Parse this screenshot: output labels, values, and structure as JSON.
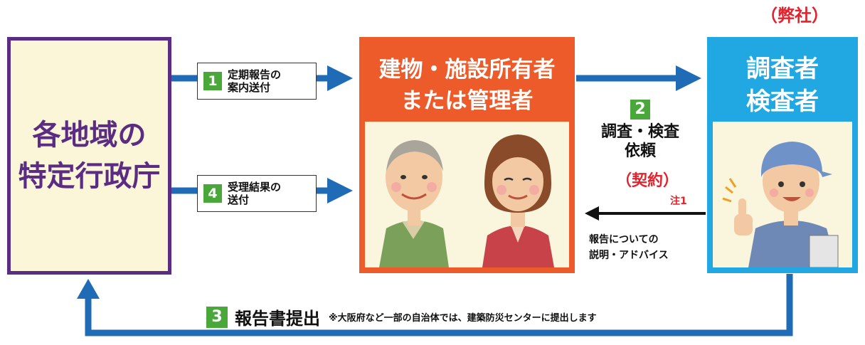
{
  "authority": {
    "line1": "各地域の",
    "line2": "特定行政庁"
  },
  "owner": {
    "line1": "建物・施設所有者",
    "line2": "または管理者"
  },
  "inspector": {
    "company": "（弊社）",
    "line1": "調査者",
    "line2": "検査者"
  },
  "steps": {
    "s1": {
      "num": "1",
      "line1": "定期報告の",
      "line2": "案内送付"
    },
    "s2": {
      "num": "2",
      "line1": "調査・検査",
      "line2": "依頼",
      "contract": "（契約）",
      "note": "注1"
    },
    "s3": {
      "num": "3",
      "label": "報告書提出",
      "note": "※大阪府など一部の自治体では、建築防災センターに提出します"
    },
    "s4": {
      "num": "4",
      "line1": "受理結果の",
      "line2": "送付"
    }
  },
  "explanation": {
    "line1": "報告についての",
    "line2": "説明・アドバイス"
  },
  "colors": {
    "authority_border": "#5b2c83",
    "owner": "#ee5b2a",
    "inspector": "#21a7e2",
    "arrow": "#1f6bb5",
    "step_badge": "#4aa83a",
    "accent_red": "#e0232d"
  },
  "icons": [
    "elderly-man-illustration",
    "elderly-woman-illustration",
    "worker-thumbs-up-illustration"
  ]
}
